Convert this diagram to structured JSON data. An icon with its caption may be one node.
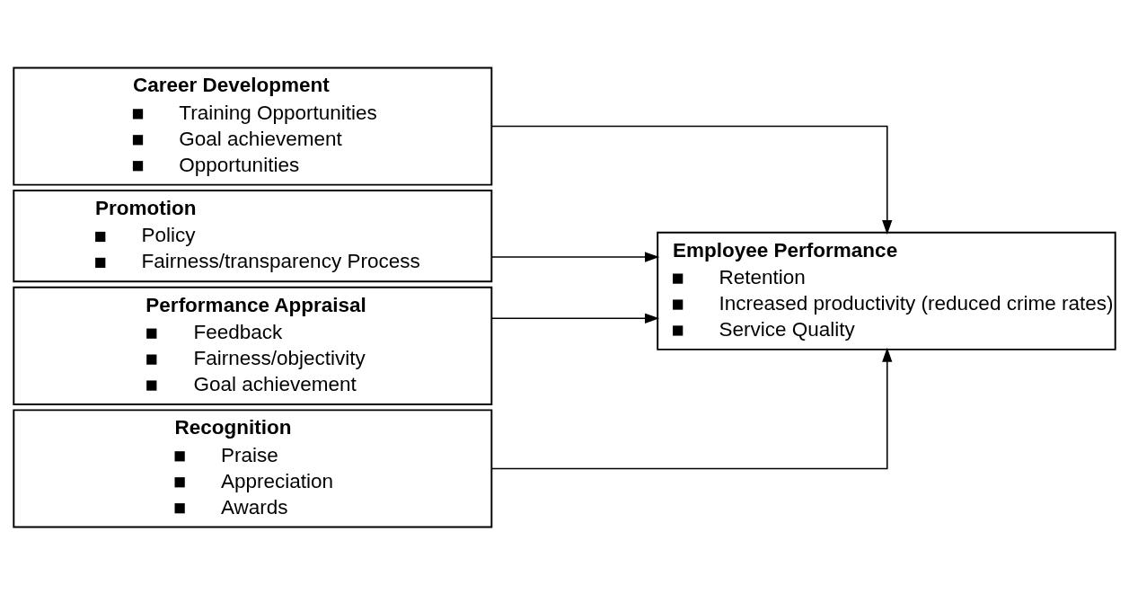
{
  "diagram": {
    "nodes": [
      {
        "text": [
          "Career Development",
          "Training Opportunities",
          "Goal achievement",
          "Opportunities"
        ]
      },
      {
        "text": [
          "Promotion",
          "Policy",
          "Fairness/transparency Process"
        ]
      },
      {
        "text": [
          "Performance Appraisal",
          "Feedback",
          "Fairness/objectivity",
          "Goal achievement"
        ]
      },
      {
        "text": [
          "Recognition",
          "Praise",
          "Appreciation",
          "Awards"
        ]
      },
      {
        "text": [
          "Employee Performance",
          "Retention",
          "Increased productivity (reduced crime rates)",
          "Service Quality"
        ]
      }
    ],
    "edges": [
      {
        "from": 0,
        "to": 4,
        "arrow": "to"
      },
      {
        "from": 1,
        "to": 4,
        "arrow": "to"
      },
      {
        "from": 2,
        "to": 4,
        "arrow": "to"
      },
      {
        "from": 3,
        "to": 4,
        "arrow": "to"
      }
    ]
  }
}
